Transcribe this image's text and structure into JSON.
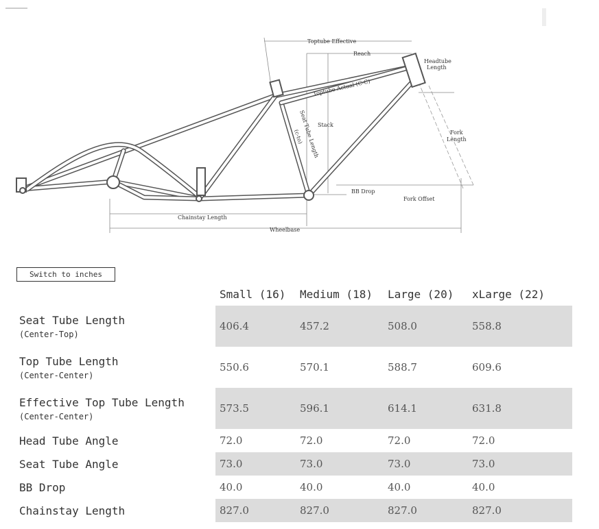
{
  "diagram": {
    "labels": {
      "toptube_effective": "Toptube Effective",
      "reach": "Reach",
      "headtube_length": [
        "Headtube",
        "Length"
      ],
      "toptube_actual": "Toptube Actual (C-C)",
      "stack": "Stack",
      "seat_tube_length": [
        "Seat Tube Length",
        "(c-to)"
      ],
      "fork_length": [
        "Fork",
        "Length"
      ],
      "bb_drop": "BB Drop",
      "fork_offset": "Fork Offset",
      "chainstay_length": "Chainstay Length",
      "wheelbase": "Wheelbase"
    }
  },
  "switch_button": {
    "label": "Switch to inches"
  },
  "table": {
    "columns": [
      "Small (16)",
      "Medium (18)",
      "Large (20)",
      "xLarge (22)"
    ],
    "rows": [
      {
        "label": "Seat Tube Length",
        "sub": "(Center-Top)",
        "values": [
          "406.4",
          "457.2",
          "508.0",
          "558.8"
        ]
      },
      {
        "label": "Top Tube Length",
        "sub": "(Center-Center)",
        "values": [
          "550.6",
          "570.1",
          "588.7",
          "609.6"
        ]
      },
      {
        "label": "Effective Top Tube Length",
        "sub": "(Center-Center)",
        "values": [
          "573.5",
          "596.1",
          "614.1",
          "631.8"
        ]
      },
      {
        "label": "Head Tube Angle",
        "values": [
          "72.0",
          "72.0",
          "72.0",
          "72.0"
        ]
      },
      {
        "label": "Seat Tube Angle",
        "values": [
          "73.0",
          "73.0",
          "73.0",
          "73.0"
        ]
      },
      {
        "label": "BB Drop",
        "values": [
          "40.0",
          "40.0",
          "40.0",
          "40.0"
        ]
      },
      {
        "label": "Chainstay Length",
        "values": [
          "827.0",
          "827.0",
          "827.0",
          "827.0"
        ]
      }
    ]
  }
}
